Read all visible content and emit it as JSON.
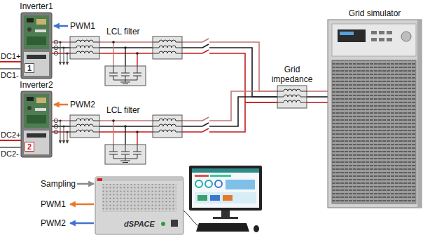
{
  "diagram": {
    "nodes": [
      {
        "text": [
          "Inverter1",
          "1"
        ]
      },
      {
        "text": [
          "Inverter2",
          "2"
        ]
      },
      {
        "text": [
          "Grid impedance"
        ]
      },
      {
        "text": [
          "Grid simulator"
        ]
      },
      {
        "text": [
          "dSPACE"
        ]
      }
    ],
    "edges": [
      {
        "from": 0,
        "to": 2,
        "arrow": "none"
      },
      {
        "from": 1,
        "to": 2,
        "arrow": "none"
      },
      {
        "from": 2,
        "to": 3,
        "arrow": "none"
      }
    ],
    "labels": [
      "DC1+",
      "DC1-",
      "PWM1",
      "LCL filter",
      "DC2+",
      "DC2-",
      "PWM2",
      "LCL filter",
      "Sampling",
      "PWM1",
      "PWM2"
    ]
  }
}
